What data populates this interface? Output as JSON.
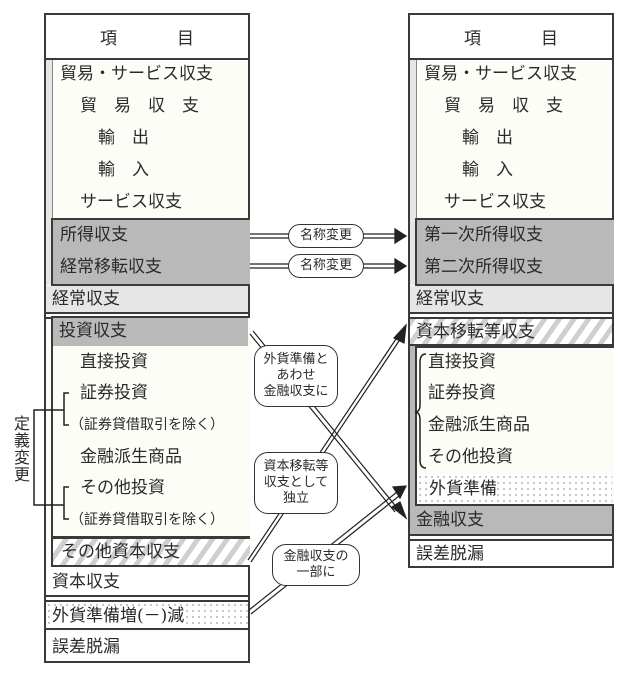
{
  "left": {
    "header": [
      "項",
      "目"
    ],
    "current_account_items": [
      {
        "label": "貿易・サービス収支"
      },
      {
        "label": "貿　易　収　支"
      },
      {
        "label": "輸　出"
      },
      {
        "label": "輸　入"
      },
      {
        "label": "サービス収支"
      }
    ],
    "renamed_items": [
      "所得収支",
      "経常移転収支"
    ],
    "current_account_total": "経常収支",
    "investment": {
      "title": "投資収支",
      "items": [
        "直接投資",
        "証券投資",
        "（証券貸借取引を除く）",
        "金融派生商品",
        "その他投資",
        "（証券貸借取引を除く）"
      ]
    },
    "other_capital": "その他資本収支",
    "capital_account": "資本収支",
    "reserves": "外貨準備増(－)減",
    "errors": "誤差脱漏",
    "side_label": "定義変更"
  },
  "right": {
    "header": [
      "項",
      "目"
    ],
    "current_account_items": [
      {
        "label": "貿易・サービス収支"
      },
      {
        "label": "貿　易　収　支"
      },
      {
        "label": "輸　出"
      },
      {
        "label": "輸　入"
      },
      {
        "label": "サービス収支"
      }
    ],
    "renamed_items": [
      "第一次所得収支",
      "第二次所得収支"
    ],
    "current_account_total": "経常収支",
    "capital_transfers": "資本移転等収支",
    "financial_items": [
      "直接投資",
      "証券投資",
      "金融派生商品",
      "その他投資"
    ],
    "reserves": "外貨準備",
    "financial_account": "金融収支",
    "errors": "誤差脱漏"
  },
  "annotations": {
    "rename_1": "名称変更",
    "rename_2": "名称変更",
    "to_financial": [
      "外貨準備と",
      "あわせ",
      "金融収支に"
    ],
    "independent": [
      "資本移転等",
      "収支として",
      "独立"
    ],
    "part_of_financial": [
      "金融収支の",
      "一部に"
    ]
  }
}
